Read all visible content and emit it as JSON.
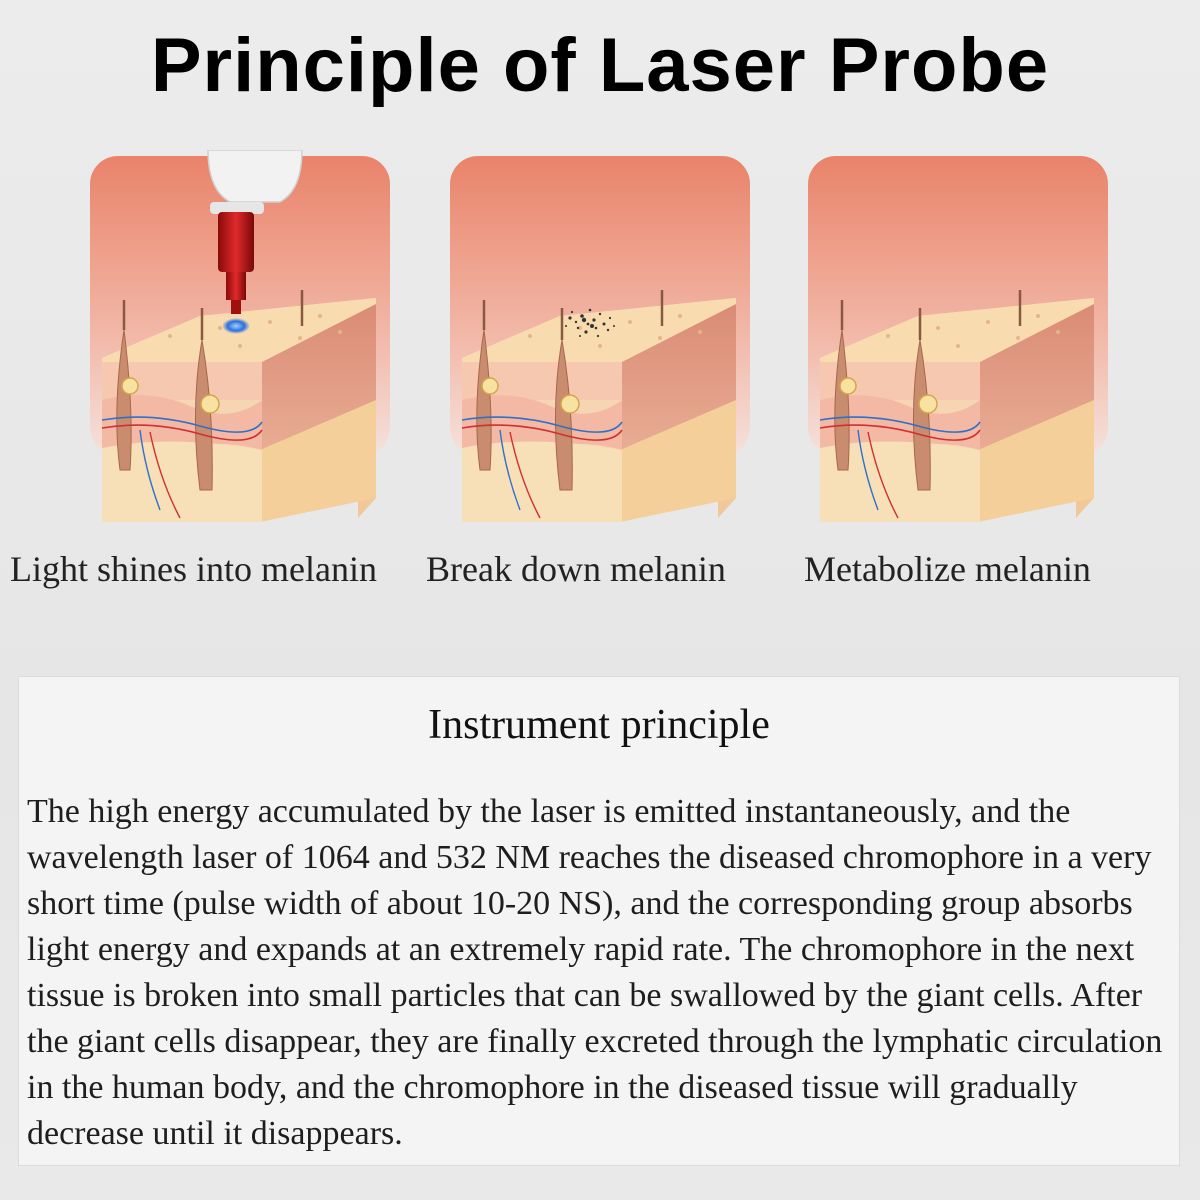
{
  "title": "Principle of Laser Probe",
  "steps": [
    {
      "caption": "Light shines into melanin",
      "icon": "skin-cross-section-with-laser-probe"
    },
    {
      "caption": "Break down melanin",
      "icon": "skin-cross-section-with-scattered-pigment"
    },
    {
      "caption": "Metabolize melanin",
      "icon": "skin-cross-section-clear"
    }
  ],
  "instrument": {
    "heading": "Instrument principle",
    "body": "The high energy accumulated by the laser is emitted instantaneously, and the wavelength laser of 1064 and 532 NM reaches the diseased chromophore in a very short time (pulse width of about 10-20 NS), and the corresponding group absorbs light energy and expands at an extremely rapid rate. The chromophore in the next tissue is broken into small particles that can be swallowed by the giant cells. After the giant cells disappear, they are finally excreted through the lymphatic circulation in the human body, and the chromophore in the diseased tissue will gradually decrease until it disappears."
  },
  "colors": {
    "panel_top": "#e9836a",
    "panel_bottom": "#f4d4cc",
    "skin_top": "#f8dcb0",
    "skin_side": "#e7a48c",
    "fat": "#f4cf9a",
    "probe_red": "#c41818",
    "laser_blue": "#2a6fe0"
  }
}
